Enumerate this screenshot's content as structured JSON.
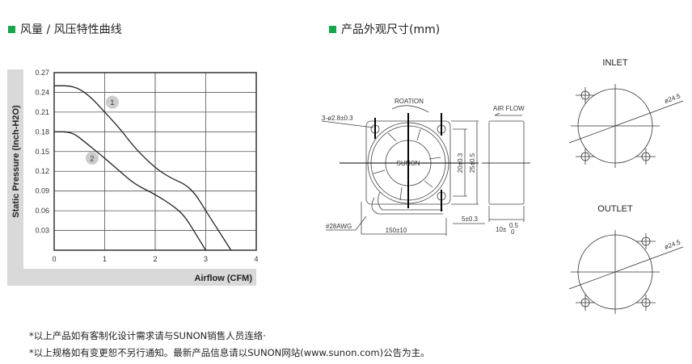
{
  "headers": {
    "curve_title": "风量 / 风压特性曲线",
    "dimension_title": "产品外观尺寸(mm)"
  },
  "colors": {
    "accent": "#1aa64a",
    "panel": "#d9d9d9"
  },
  "chart_data": {
    "type": "line",
    "title": "风量 / 风压特性曲线",
    "xlabel": "Airflow (CFM)",
    "ylabel": "Static Pressure (Inch-H2O)",
    "xlim": [
      0,
      4
    ],
    "ylim": [
      0,
      0.27
    ],
    "xticks": [
      "0",
      "1",
      "2",
      "3",
      "4"
    ],
    "yticks": [
      "0.03",
      "0.06",
      "0.09",
      "0.12",
      "0.15",
      "0.18",
      "0.21",
      "0.24",
      "0.27"
    ],
    "grid": true,
    "series": [
      {
        "name": "1",
        "x": [
          0,
          0.4,
          0.7,
          1,
          1.3,
          1.6,
          2,
          2.3,
          2.6,
          2.8,
          3,
          3.25,
          3.5
        ],
        "y": [
          0.25,
          0.25,
          0.235,
          0.21,
          0.185,
          0.155,
          0.125,
          0.11,
          0.1,
          0.085,
          0.06,
          0.03,
          0
        ]
      },
      {
        "name": "2",
        "x": [
          0,
          0.35,
          0.6,
          1,
          1.3,
          1.6,
          2,
          2.4,
          2.6,
          2.8,
          3
        ],
        "y": [
          0.18,
          0.18,
          0.165,
          0.14,
          0.12,
          0.1,
          0.085,
          0.065,
          0.05,
          0.025,
          0
        ]
      }
    ],
    "annotations": [
      {
        "text": "1",
        "x": 1.15,
        "y": 0.225
      },
      {
        "text": "2",
        "x": 0.75,
        "y": 0.14
      }
    ]
  },
  "drawing": {
    "rotation": "ROATION",
    "air_flow": "AIR FLOW",
    "hole": "3-ø2.8±0.3",
    "logo": "SUNON",
    "dim_20": "20±0.3",
    "dim_25": "25±0.5",
    "wire": "#28AWG",
    "wire_len": "150±10",
    "strip": "5±0.3",
    "thickness": "10±",
    "tol_up": "0.5",
    "tol_down": "0",
    "inlet": "INLET",
    "outlet": "OUTLET",
    "diameter": "ø24.5"
  },
  "footer": [
    "*以上产品如有客制化设计需求请与SUNON销售人员连络·",
    "*以上规格如有变更恕不另行通知。最新产品信息请以SUNON网站(www.sunon.com)公告为主。"
  ]
}
